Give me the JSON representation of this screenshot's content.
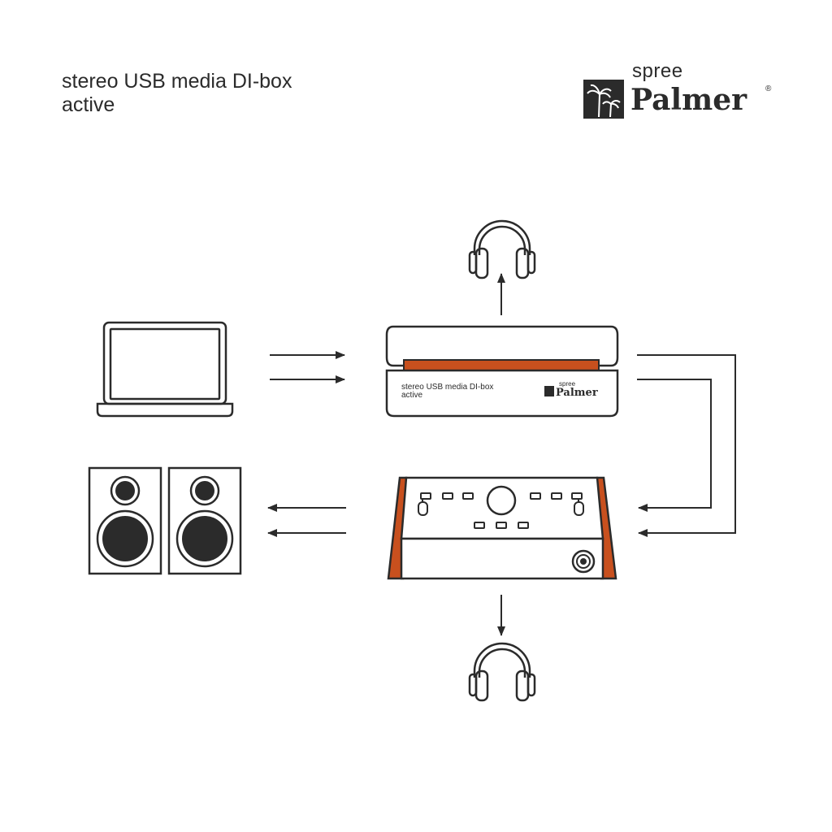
{
  "title": {
    "line1": "stereo USB media DI-box",
    "line2": "active"
  },
  "logo": {
    "small": "spree",
    "brand": "Palmer",
    "reg": "®"
  },
  "device_label": {
    "line1": "stereo USB media DI-box",
    "line2": "active",
    "logo_small": "spree",
    "logo_brand": "Palmer"
  },
  "colors": {
    "line": "#2b2b2b",
    "accent": "#c8501e",
    "fill_dark": "#2b2b2b",
    "background": "#ffffff"
  },
  "icons": [
    "laptop-icon",
    "headphones-icon",
    "speakers-icon",
    "di-box-device",
    "monitor-controller-device",
    "palm-tree-logo-icon"
  ]
}
